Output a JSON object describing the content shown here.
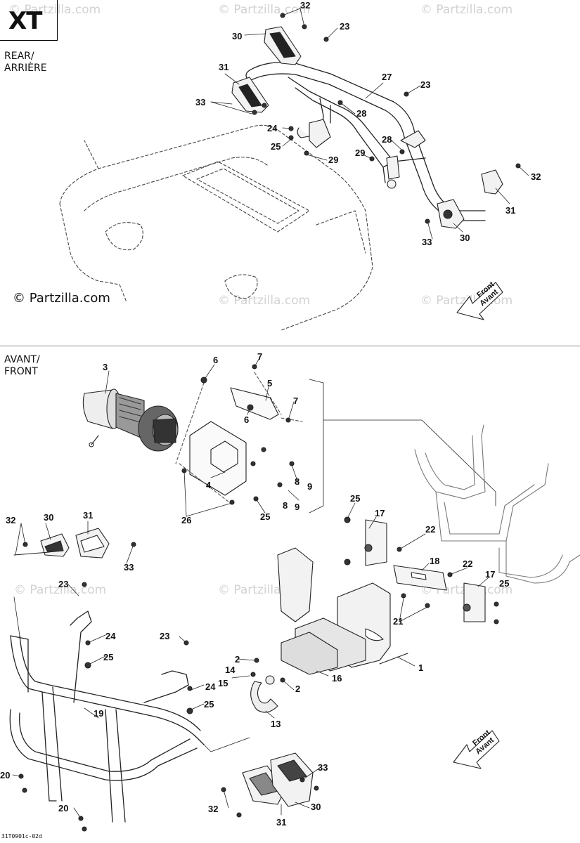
{
  "header": {
    "model_tag": "XT"
  },
  "sections": {
    "rear_label": [
      "REAR/",
      "ARRIÈRE"
    ],
    "front_label": [
      "AVANT/",
      "FRONT"
    ]
  },
  "copyright": "© Partzilla.com",
  "watermark": "© Partzilla.com",
  "direction_arrow": {
    "line1": "Front",
    "line2": "Avant"
  },
  "doc_id": "31T0901c-02d",
  "callouts": {
    "rear": [
      "32",
      "30",
      "23",
      "31",
      "27",
      "23",
      "33",
      "28",
      "24",
      "25",
      "28",
      "29",
      "29",
      "32",
      "31",
      "33",
      "30"
    ],
    "front": [
      "3",
      "6",
      "7",
      "5",
      "7",
      "6",
      "4",
      "8",
      "9",
      "8",
      "9",
      "25",
      "26",
      "32",
      "30",
      "31",
      "33",
      "25",
      "17",
      "22",
      "18",
      "22",
      "17",
      "25",
      "21",
      "23",
      "24",
      "25",
      "23",
      "2",
      "1",
      "14",
      "15",
      "2",
      "16",
      "13",
      "24",
      "25",
      "19",
      "20",
      "20",
      "33",
      "30",
      "32",
      "31"
    ]
  }
}
